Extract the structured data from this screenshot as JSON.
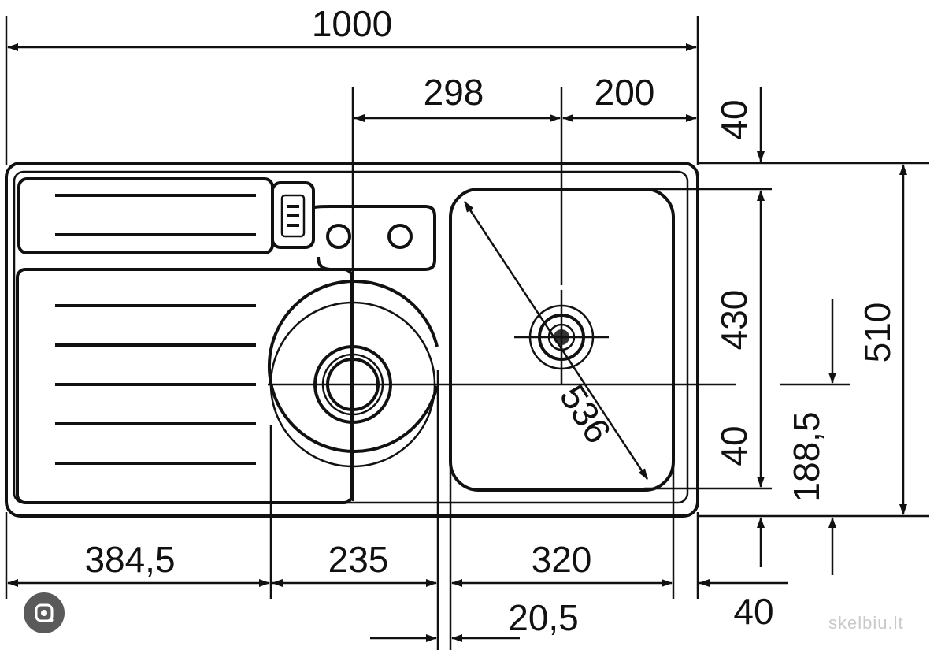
{
  "dimensions": {
    "overall_width": "1000",
    "top_to_bowl_center": "298",
    "bowl_center_to_right": "200",
    "top_margin": "40",
    "bowl_height": "430",
    "overall_depth": "510",
    "diagonal": "536",
    "bottom_margin": "40",
    "drain_offset": "188,5",
    "drainer_width": "384,5",
    "middle_width": "235",
    "bowl_width": "320",
    "gap": "20,5",
    "right_margin": "40"
  },
  "ui": {
    "lens_icon": "google-lens-icon",
    "watermark": "skelbiu.lt"
  }
}
